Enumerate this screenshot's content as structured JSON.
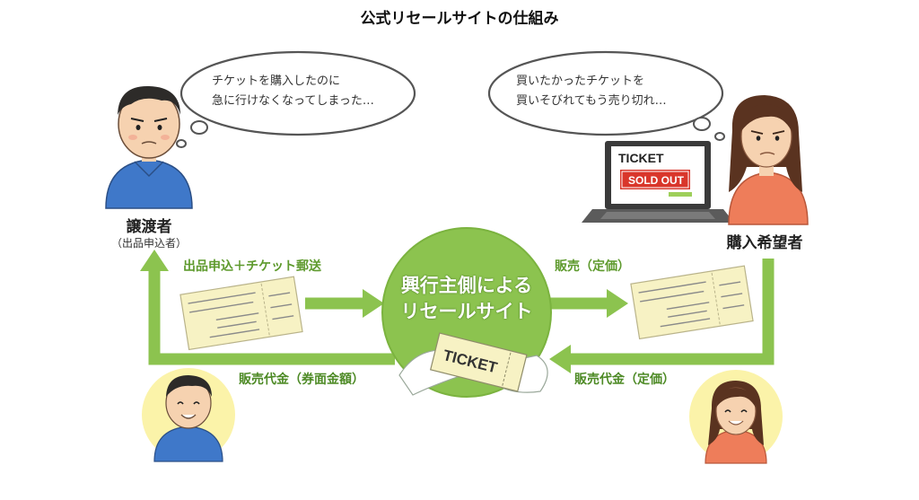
{
  "title": "公式リセールサイトの仕組み",
  "seller": {
    "thought_line1": "チケットを購入したのに",
    "thought_line2": "急に行けなくなってしまった…",
    "label": "譲渡者",
    "sublabel": "（出品申込者）"
  },
  "buyer": {
    "thought_line1": "買いたかったチケットを",
    "thought_line2": "買いそびれてもう売り切れ…",
    "label": "購入希望者",
    "laptop_ticket": "TICKET",
    "laptop_soldout": "SOLD OUT"
  },
  "center": {
    "line1": "興行主側による",
    "line2": "リセールサイト",
    "hand_ticket": "TICKET"
  },
  "flows": {
    "seller_to_site": "出品申込＋チケット郵送",
    "site_to_buyer": "販売（定価）",
    "site_to_seller": "販売代金（券面金額）",
    "buyer_to_site": "販売代金（定価）"
  },
  "colors": {
    "arrow_green": "#8cc34f",
    "circle_green": "#8cc34f",
    "label_green": "#5e9a2d",
    "ticket_yellow": "#f7f2c4",
    "face_circle_yellow": "#fbf3a9"
  }
}
